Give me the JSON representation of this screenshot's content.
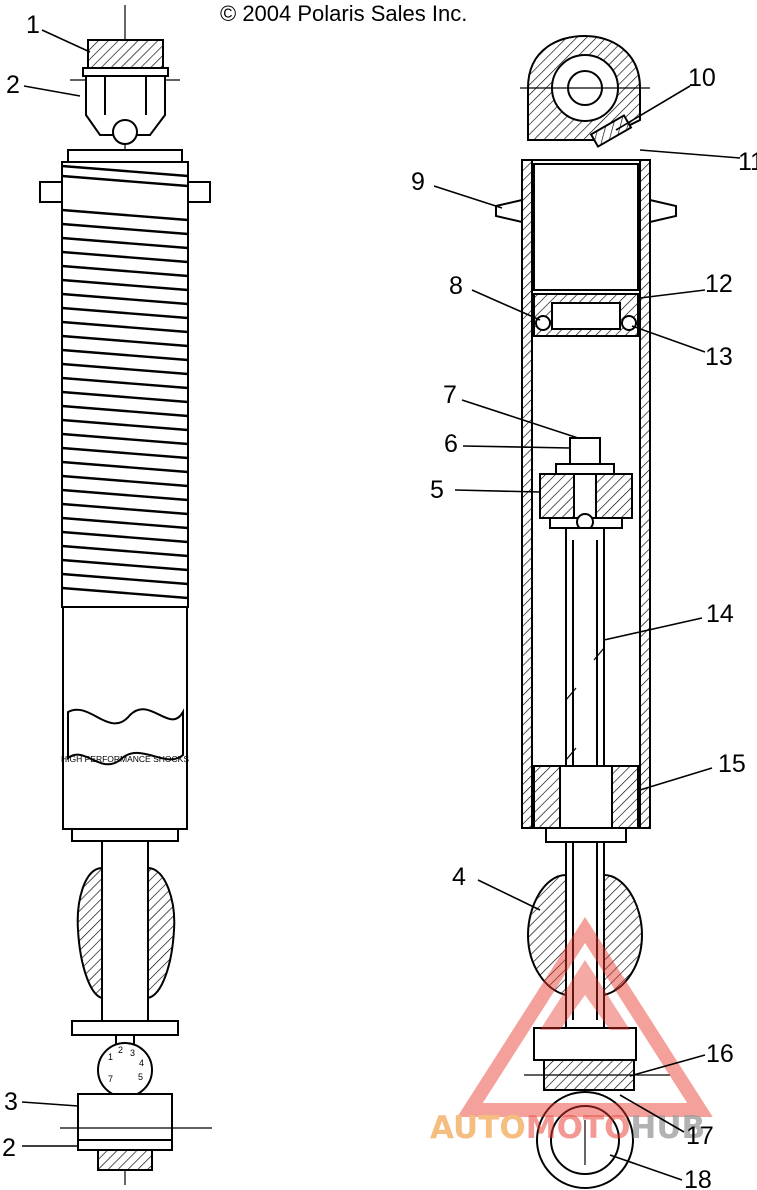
{
  "copyright": "© 2004 Polaris Sales Inc.",
  "body_text": "HIGH PERFORMANCE SHOCKS",
  "watermark": {
    "part1": "AUTO",
    "part2": "MOTO",
    "part3": "HUB",
    "colors": {
      "orange": "#f4b26a",
      "red": "#e8352b",
      "gray": "#8e8e8e"
    }
  },
  "callouts": {
    "c1": "1",
    "c2a": "2",
    "c2b": "2",
    "c3": "3",
    "c4": "4",
    "c5": "5",
    "c6": "6",
    "c7": "7",
    "c8": "8",
    "c9": "9",
    "c10": "10",
    "c11": "11",
    "c12": "12",
    "c13": "13",
    "c14": "14",
    "c15": "15",
    "c16": "16",
    "c17": "17",
    "c18": "18"
  }
}
